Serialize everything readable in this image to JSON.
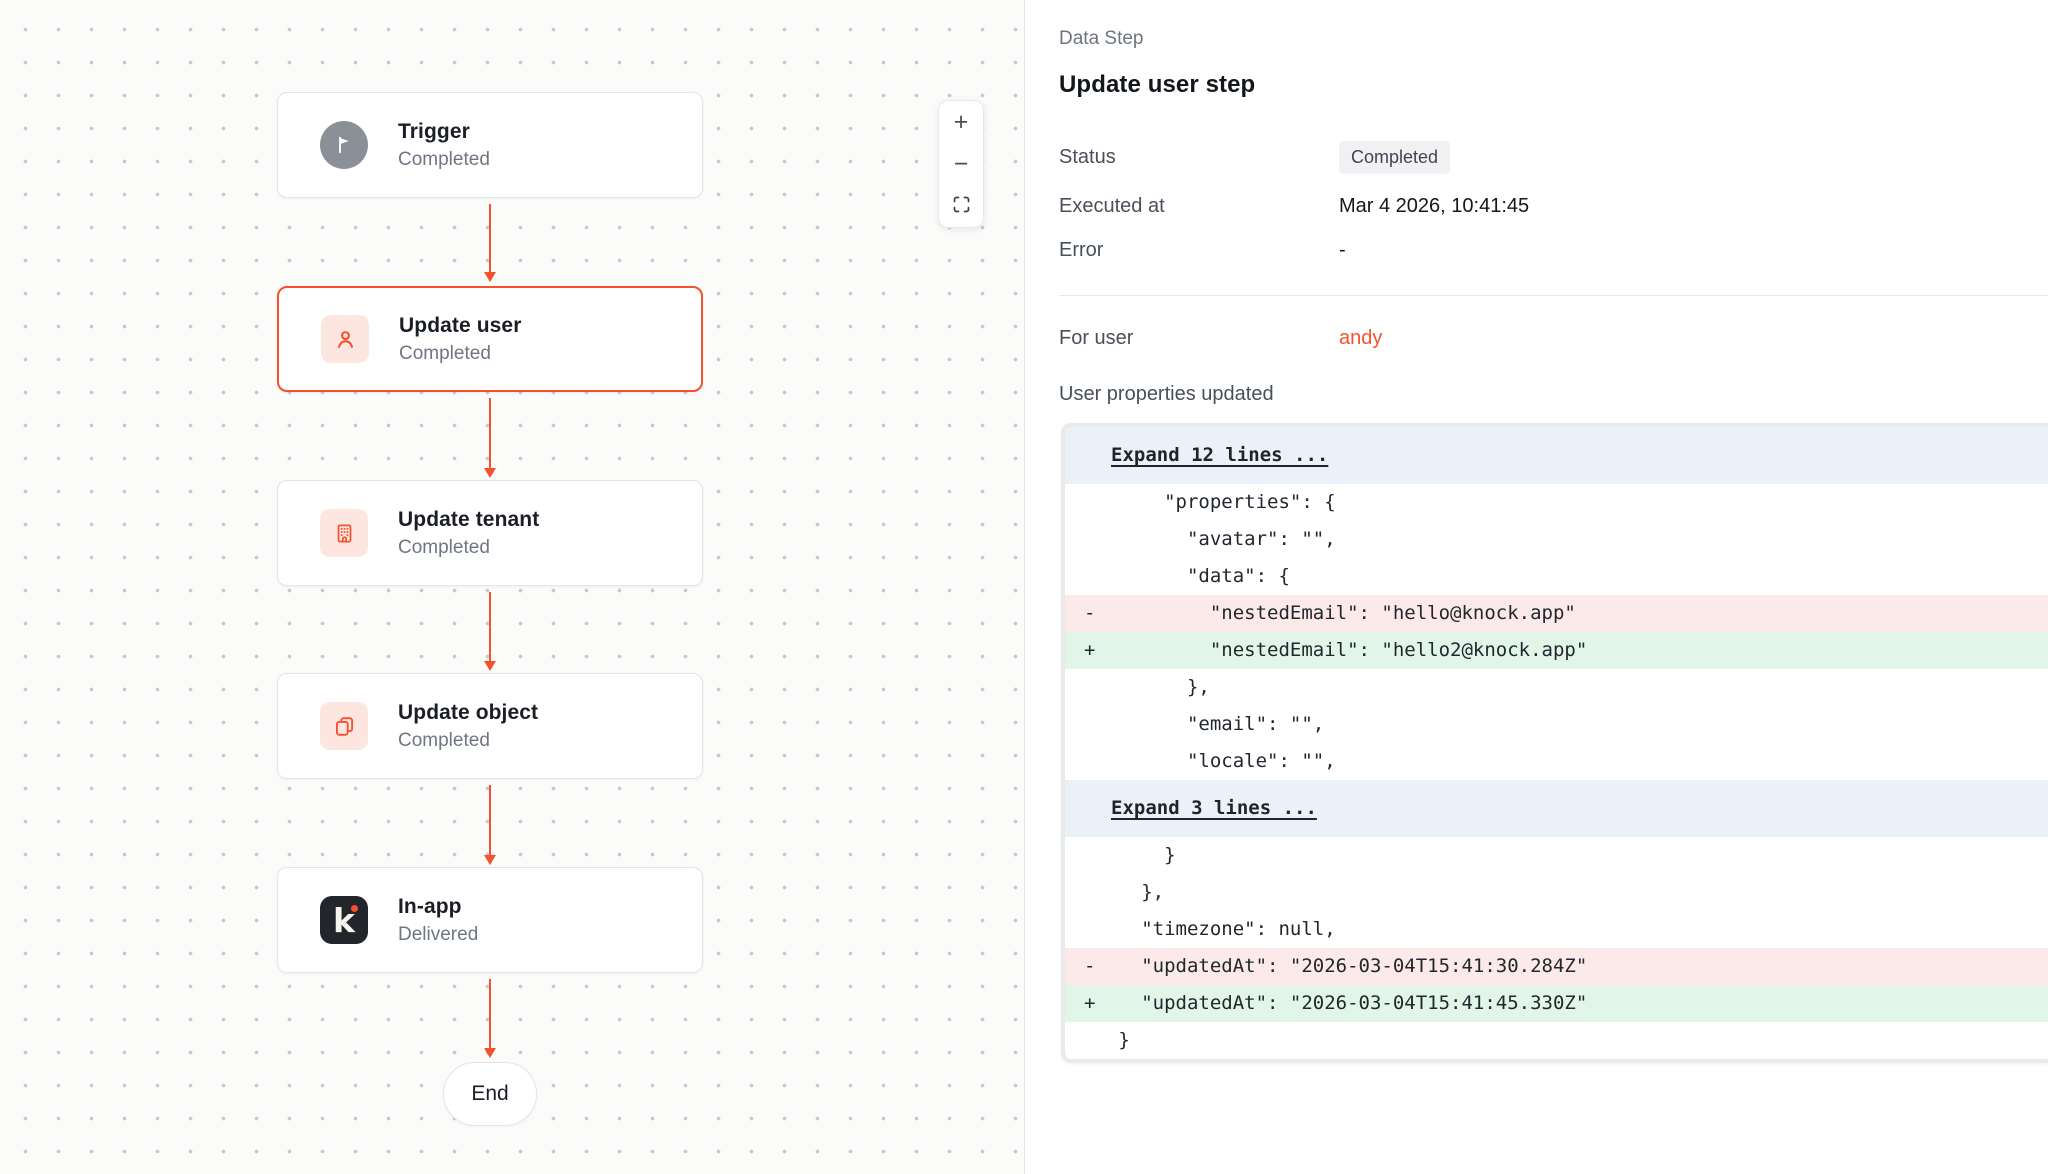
{
  "canvas": {
    "nodes": [
      {
        "title": "Trigger",
        "status": "Completed",
        "icon": "flag-icon",
        "style": "gray",
        "selected": false
      },
      {
        "title": "Update user",
        "status": "Completed",
        "icon": "user-icon",
        "style": "pink",
        "selected": true
      },
      {
        "title": "Update tenant",
        "status": "Completed",
        "icon": "building-icon",
        "style": "pink",
        "selected": false
      },
      {
        "title": "Update object",
        "status": "Completed",
        "icon": "copy-icon",
        "style": "pink",
        "selected": false
      },
      {
        "title": "In-app",
        "status": "Delivered",
        "icon": "knock-icon",
        "style": "dark",
        "selected": false
      }
    ],
    "end_label": "End",
    "knock_letter": "k",
    "zoom_controls": {
      "zoom_in": "+",
      "zoom_out": "−",
      "fit": "fit-view-icon"
    }
  },
  "panel": {
    "eyebrow": "Data Step",
    "title": "Update user step",
    "fields": [
      {
        "label": "Status",
        "value": "Completed",
        "type": "badge"
      },
      {
        "label": "Executed at",
        "value": "Mar 4 2026, 10:41:45",
        "type": "text"
      },
      {
        "label": "Error",
        "value": "-",
        "type": "text"
      }
    ],
    "for_user": {
      "label": "For user",
      "value": "andy"
    },
    "diff_heading": "User properties updated",
    "diff_lines": [
      {
        "type": "expand",
        "text": "Expand 12 lines ..."
      },
      {
        "type": "context",
        "text": "       \"properties\": {"
      },
      {
        "type": "context",
        "text": "         \"avatar\": \"\","
      },
      {
        "type": "context",
        "text": "         \"data\": {"
      },
      {
        "type": "removed",
        "text": "-          \"nestedEmail\": \"hello@knock.app\""
      },
      {
        "type": "added",
        "text": "+          \"nestedEmail\": \"hello2@knock.app\""
      },
      {
        "type": "context",
        "text": "         },"
      },
      {
        "type": "context",
        "text": "         \"email\": \"\","
      },
      {
        "type": "context",
        "text": "         \"locale\": \"\","
      },
      {
        "type": "expand",
        "text": "Expand 3 lines ..."
      },
      {
        "type": "context",
        "text": "       }"
      },
      {
        "type": "context",
        "text": "     },"
      },
      {
        "type": "context",
        "text": "     \"timezone\": null,"
      },
      {
        "type": "removed",
        "text": "-    \"updatedAt\": \"2026-03-04T15:41:30.284Z\""
      },
      {
        "type": "added",
        "text": "+    \"updatedAt\": \"2026-03-04T15:41:45.330Z\""
      },
      {
        "type": "context",
        "text": "   }"
      }
    ]
  },
  "colors": {
    "accent_red": "#f4512c",
    "icon_pink_bg": "#fde6df",
    "trigger_gray": "#8a9097",
    "dark_tile": "#22262b",
    "removed_bg": "#fce9e9",
    "added_bg": "#e2f5e9",
    "expand_bg": "#eaf1f9",
    "badge_bg": "#f1f1f3"
  }
}
